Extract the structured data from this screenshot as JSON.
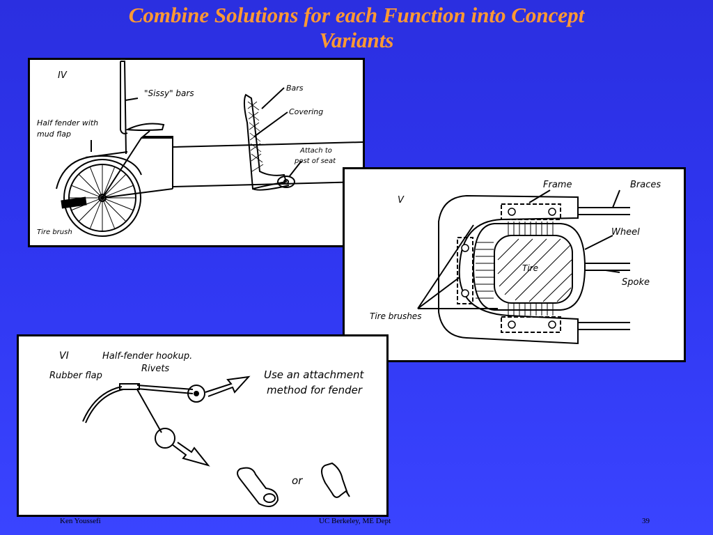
{
  "slide": {
    "title_line1": "Combine Solutions for each  Function into Concept",
    "title_line2": "Variants",
    "footer_left": "Ken Youssefi",
    "footer_center": "UC Berkeley, ME Dept",
    "page_number": "39"
  },
  "panel_iv": {
    "roman": "IV",
    "label_sissy_bars": "\"Sissy\" bars",
    "label_half_fender": "Half fender with",
    "label_mud_flap": "mud flap",
    "label_tire_brush": "Tire brush",
    "label_bars": "Bars",
    "label_covering": "Covering",
    "label_attach_to": "Attach to",
    "label_post_of_seat": "post of seat"
  },
  "panel_v": {
    "roman": "V",
    "label_frame": "Frame",
    "label_braces": "Braces",
    "label_wheel": "Wheel",
    "label_tire": "Tire",
    "label_spoke": "Spoke",
    "label_tire_brushes": "Tire brushes"
  },
  "panel_vi": {
    "roman": "VI",
    "label_half_fender_hookup": "Half-fender hookup.",
    "label_rivets": "Rivets",
    "label_rubber_flap": "Rubber flap",
    "label_use_attachment": "Use an attachment",
    "label_method_fender": "method for fender",
    "label_or": "or"
  }
}
